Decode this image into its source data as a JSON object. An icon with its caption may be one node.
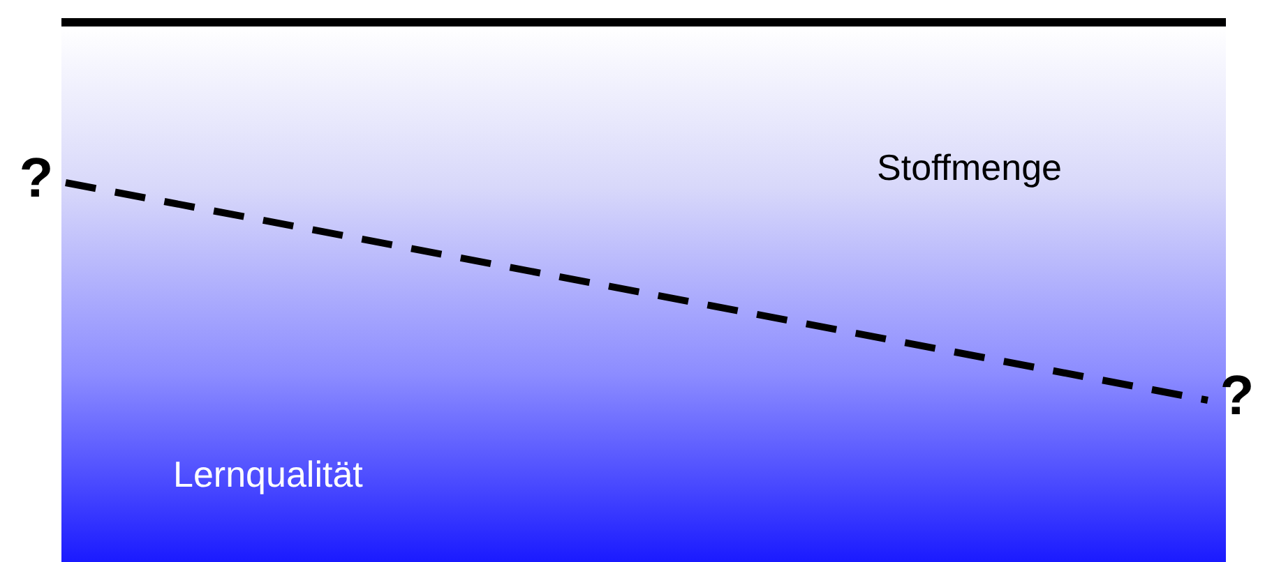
{
  "diagram": {
    "nodes": [
      {
        "text": [
          "?"
        ]
      },
      {
        "text": [
          "?"
        ]
      }
    ],
    "edges": [
      {
        "from": 0,
        "to": 1,
        "arrow": "none",
        "style": "dashed"
      }
    ],
    "labels": [
      "Stoffmenge",
      "Lernqualität"
    ]
  }
}
